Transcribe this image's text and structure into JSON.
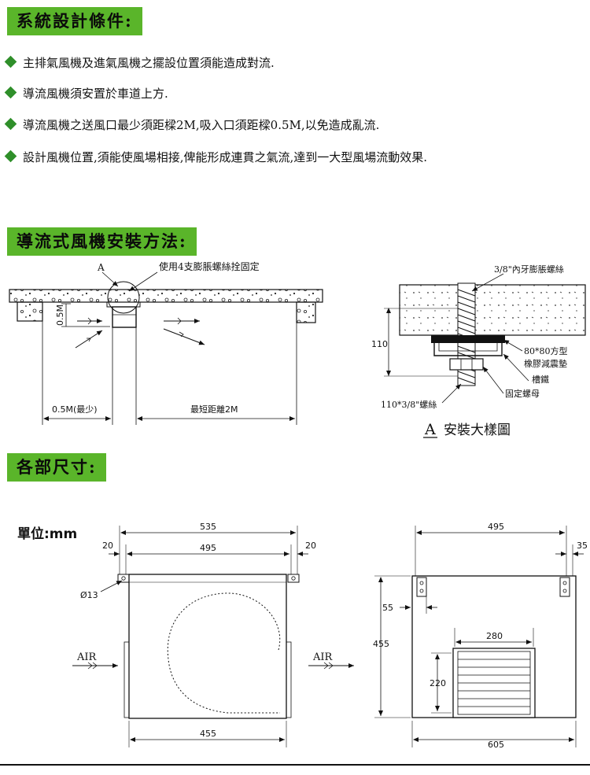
{
  "section1": {
    "title": "系統設計條件:",
    "bullets": [
      "主排氣風機及進氣風機之擺設位置須能造成對流.",
      "導流風機須安置於車道上方.",
      "導流風機之送風口最少須距樑2M,吸入口須距樑0.5M,以免造成亂流.",
      "設計風機位置,須能使風場相接,俾能形成連貫之氣流,達到一大型風場流動效果."
    ]
  },
  "section2": {
    "title": "導流式風機安裝方法:",
    "left_diagram": {
      "label_a": "A",
      "label_screw": "使用4支膨脹螺絲拴固定",
      "label_05m_vert": "0.5M",
      "label_05m_min": "0.5M(最少)",
      "label_2m": "最短距離2M"
    },
    "detail": {
      "label_bolt": "3/8\"內牙膨脹螺絲",
      "label_110": "110",
      "label_pad_1": "80*80方型",
      "label_pad_2": "橡膠減震墊",
      "label_channel": "槽鐵",
      "label_nut": "固定螺母",
      "label_thread": "110*3/8\"螺絲",
      "caption_letter": "A",
      "caption_text": "安裝大樣圖"
    }
  },
  "section3": {
    "title": "各部尺寸:",
    "unit": "單位:mm",
    "side_view": {
      "d535": "535",
      "d495": "495",
      "d20_left": "20",
      "d20_right": "20",
      "d13": "Ø13",
      "d455": "455",
      "air": "AIR"
    },
    "front_view": {
      "d495": "495",
      "d35": "35",
      "d55": "55",
      "d455": "455",
      "d280": "280",
      "d220": "220",
      "d605": "605",
      "air": "AIR"
    }
  }
}
